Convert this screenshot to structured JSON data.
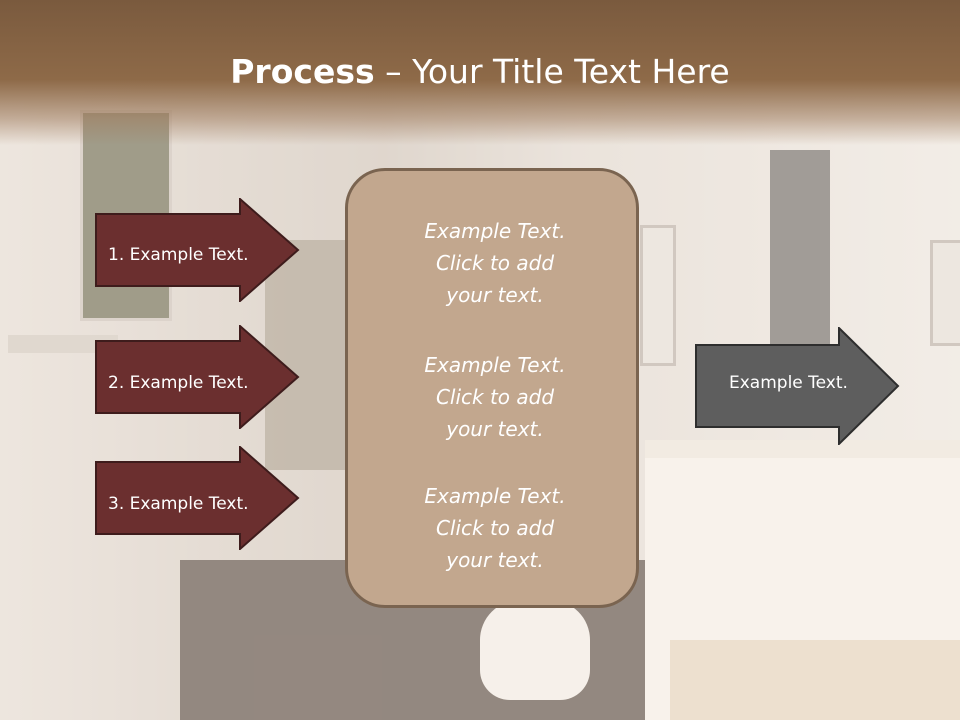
{
  "title": {
    "bold": "Process",
    "rest": " – Your Title Text Here"
  },
  "left_arrows": [
    {
      "label": "1. Example Text."
    },
    {
      "label": "2. Example Text."
    },
    {
      "label": "3. Example Text."
    }
  ],
  "center_blocks": [
    {
      "line1": "Example Text.",
      "line2": "Click  to add",
      "line3": "your text."
    },
    {
      "line1": "Example Text.",
      "line2": "Click  to add",
      "line3": "your text."
    },
    {
      "line1": "Example Text.",
      "line2": "Click  to add",
      "line3": "your text."
    }
  ],
  "right_arrow": {
    "label": "Example Text."
  },
  "colors": {
    "left_arrow_fill": "#6b2f2f",
    "right_arrow_fill": "#5e5e5e",
    "center_fill": "#c2a78e",
    "header": "#8e6a48"
  }
}
